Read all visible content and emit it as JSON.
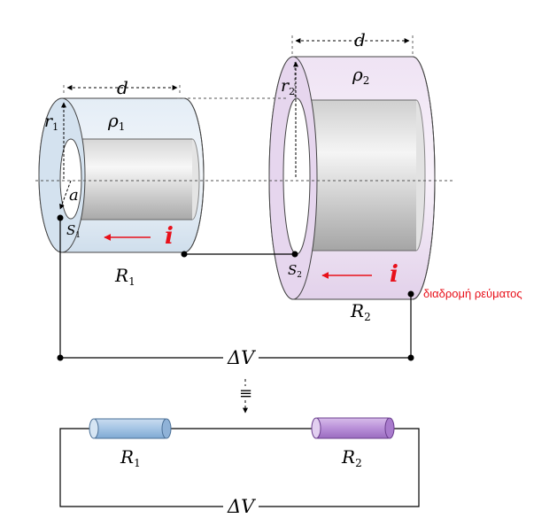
{
  "colors": {
    "cyl1_fill": "#dfe9f3",
    "cyl2_fill": "#ede1f2",
    "inner_gray": "#bdbdbd",
    "current": "#e8101a",
    "resistor1": "#9dc0e3",
    "resistor2": "#b98fd6"
  },
  "cylinder1": {
    "length_label": "d",
    "outer_radius_label": "r",
    "outer_radius_sub": "1",
    "inner_radius_label": "a",
    "resistivity_label": "ρ",
    "resistivity_sub": "1",
    "surface_label": "S",
    "surface_sub": "1",
    "current_label": "i",
    "resistance_label": "R",
    "resistance_sub": "1"
  },
  "cylinder2": {
    "length_label": "d",
    "outer_radius_label": "r",
    "outer_radius_sub": "2",
    "resistivity_label": "ρ",
    "resistivity_sub": "2",
    "surface_label": "S",
    "surface_sub": "2",
    "current_label": "i",
    "resistance_label": "R",
    "resistance_sub": "2",
    "current_path_note": "διαδρομή ρεύματος"
  },
  "circuit_top": {
    "voltage_label": "ΔV"
  },
  "equivalence_symbol": "≡",
  "circuit_bottom": {
    "r1_label": "R",
    "r1_sub": "1",
    "r2_label": "R",
    "r2_sub": "2",
    "voltage_label": "ΔV"
  }
}
